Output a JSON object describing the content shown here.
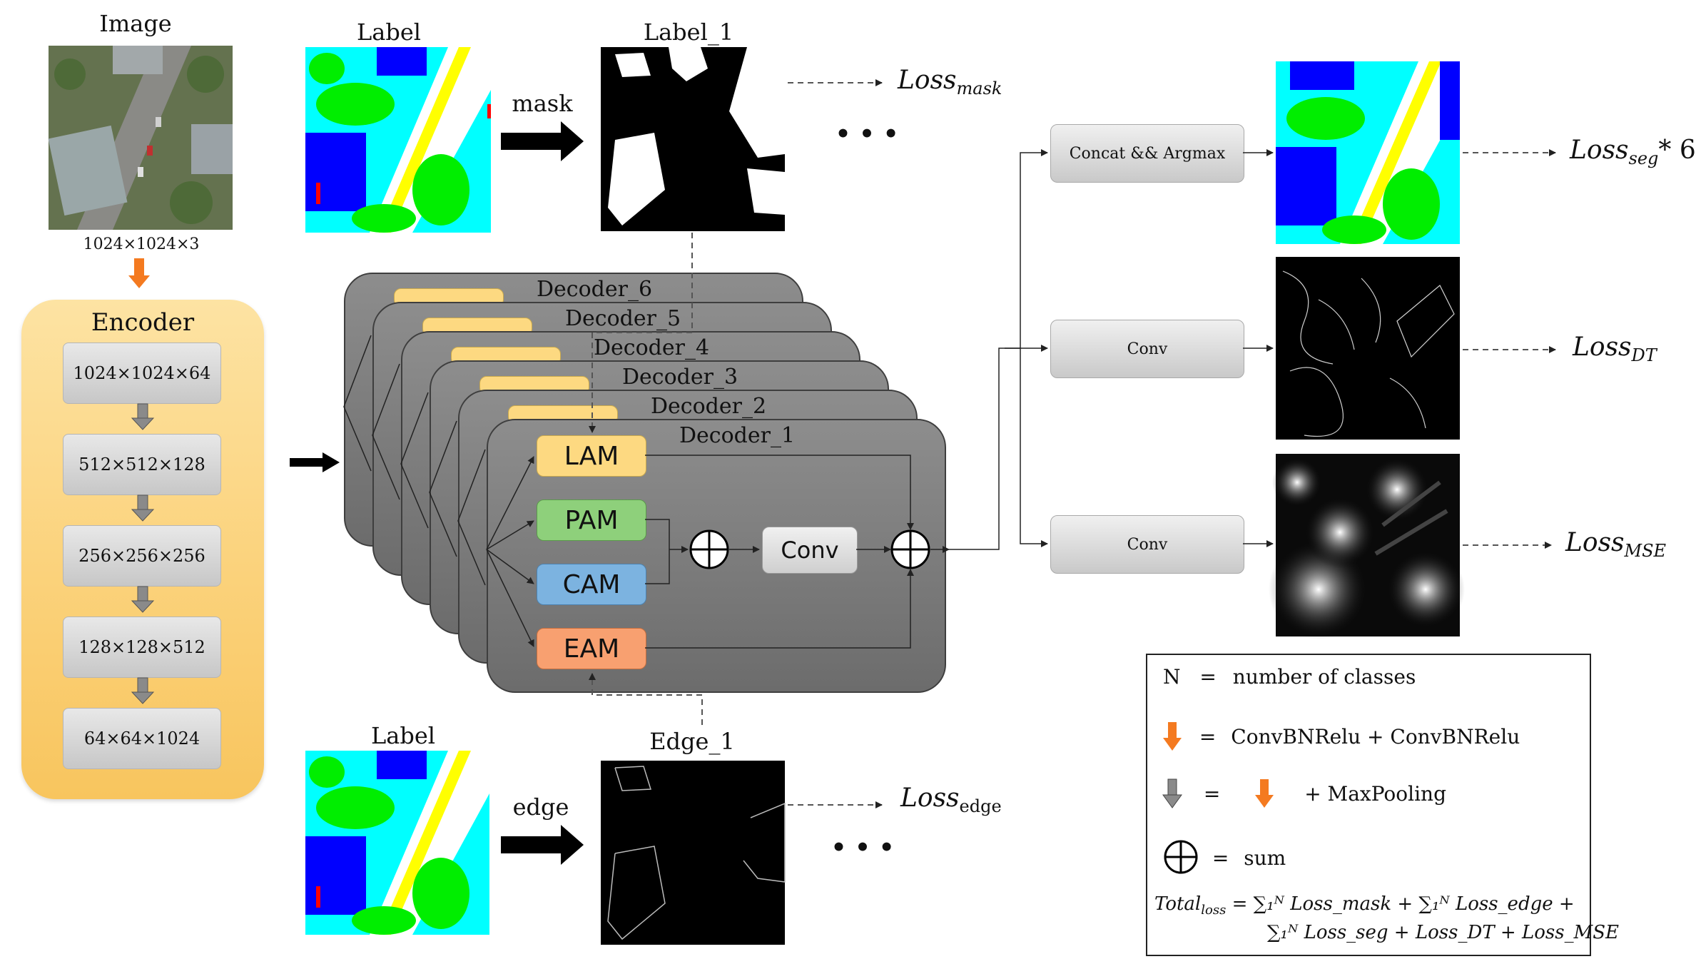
{
  "image_label": "Image",
  "image_size": "1024×1024×3",
  "label_top": "Label",
  "label_bottom": "Label",
  "label1": "Label_1",
  "edge1": "Edge_1",
  "mask_arrow": "mask",
  "edge_arrow": "edge",
  "ellipsis": "• • •",
  "encoder": {
    "title": "Encoder",
    "blocks": [
      "1024×1024×64",
      "512×512×128",
      "256×256×256",
      "128×128×512",
      "64×64×1024"
    ]
  },
  "decoders": [
    "Decoder_6",
    "Decoder_5",
    "Decoder_4",
    "Decoder_3",
    "Decoder_2",
    "Decoder_1"
  ],
  "modules": {
    "lam": "LAM",
    "pam": "PAM",
    "cam": "CAM",
    "eam": "EAM",
    "conv": "Conv"
  },
  "heads": {
    "concat": "Concat && Argmax",
    "conv_dt": "Conv",
    "conv_mse": "Conv"
  },
  "losses": {
    "mask": {
      "base": "Loss",
      "sub": "mask"
    },
    "edge": {
      "base": "Loss",
      "sub": "edge"
    },
    "seg": {
      "base": "Loss",
      "sub": "seg",
      "suffix": "* 6"
    },
    "dt": {
      "base": "Loss",
      "sub": "DT"
    },
    "mse": {
      "base": "Loss",
      "sub": "MSE"
    }
  },
  "legend": {
    "n_row": {
      "left": "N",
      "eq": "=",
      "right": "number of classes"
    },
    "orange_row": {
      "eq": "=",
      "right": "ConvBNRelu + ConvBNRelu"
    },
    "gray_row": {
      "eq": "=",
      "right": "+ MaxPooling"
    },
    "sum_row": {
      "eq": "=",
      "right": "sum"
    },
    "total": {
      "lhs": "Total",
      "lhs_sub": "loss",
      "line1": "= ∑₁ᴺ Loss_mask + ∑₁ᴺ Loss_edge +",
      "line2": "∑₁ᴺ Loss_seg + Loss_DT + Loss_MSE"
    }
  },
  "colors": {
    "orange_arrow": "#f47a20",
    "gray_arrow": "#8a8a8a",
    "lam": "#fdd981",
    "pam": "#8ed07b",
    "cam": "#7cb3e0",
    "eam": "#f8a070",
    "encoder": "#fbd27b",
    "seg_cyan": "#00ffff",
    "seg_blue": "#0000ff",
    "seg_green": "#00ee00",
    "seg_yellow": "#ffff00",
    "seg_red": "#ff0000"
  }
}
